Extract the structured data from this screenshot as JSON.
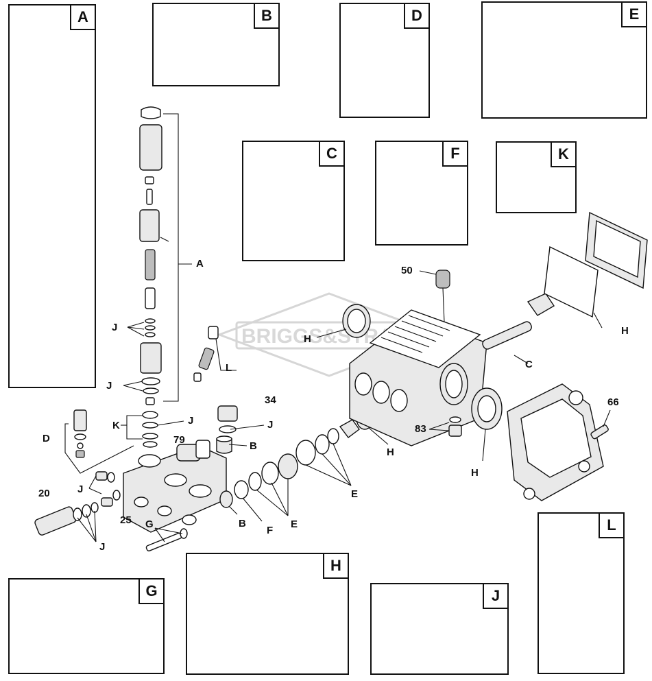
{
  "diagram": {
    "watermark": "BRIGGS&STRATTON",
    "kits": [
      {
        "id": "A",
        "letter": "A"
      },
      {
        "id": "B",
        "letter": "B"
      },
      {
        "id": "C",
        "letter": "C"
      },
      {
        "id": "D",
        "letter": "D"
      },
      {
        "id": "E",
        "letter": "E"
      },
      {
        "id": "F",
        "letter": "F"
      },
      {
        "id": "G",
        "letter": "G"
      },
      {
        "id": "H",
        "letter": "H"
      },
      {
        "id": "J",
        "letter": "J"
      },
      {
        "id": "K",
        "letter": "K"
      },
      {
        "id": "L",
        "letter": "L"
      }
    ],
    "callouts": {
      "n50": "50",
      "n34": "34",
      "n79": "79",
      "n20": "20",
      "n25": "25",
      "n83": "83",
      "n66": "66",
      "A": "A",
      "B1": "B",
      "B2": "B",
      "C": "C",
      "D": "D",
      "E1": "E",
      "E2": "E",
      "F": "F",
      "G": "G",
      "H1": "H",
      "H2": "H",
      "H3": "H",
      "H4": "H",
      "J1": "J",
      "J2": "J",
      "J3": "J",
      "J4": "J",
      "J5": "J",
      "J6": "J",
      "K": "K",
      "L": "L"
    }
  }
}
